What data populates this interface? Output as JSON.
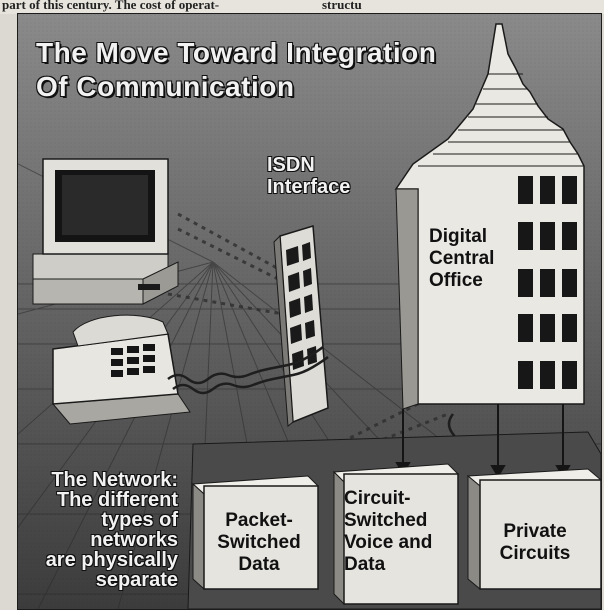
{
  "page_text_fragment": {
    "left": "part of this century. The cost of operat-",
    "right": "structu"
  },
  "figure": {
    "title_line1": "The Move Toward Integration",
    "title_line2": "Of Communication",
    "isdn_label": [
      "ISDN",
      "Interface"
    ],
    "office_label": [
      "Digital",
      "Central",
      "Office"
    ],
    "network_caption": [
      "The Network:",
      "The different",
      "types of networks",
      "are physically",
      "separate"
    ],
    "boxes": [
      {
        "id": "packet",
        "lines": [
          "Packet-",
          "Switched",
          "Data"
        ]
      },
      {
        "id": "circuit",
        "lines": [
          "Circuit-",
          "Switched",
          "Voice and",
          "Data"
        ]
      },
      {
        "id": "private",
        "lines": [
          "Private",
          "Circuits"
        ]
      }
    ],
    "colors": {
      "background": "#6a6a6a",
      "light_objects": "#e6e4df",
      "outline": "#111111"
    }
  }
}
